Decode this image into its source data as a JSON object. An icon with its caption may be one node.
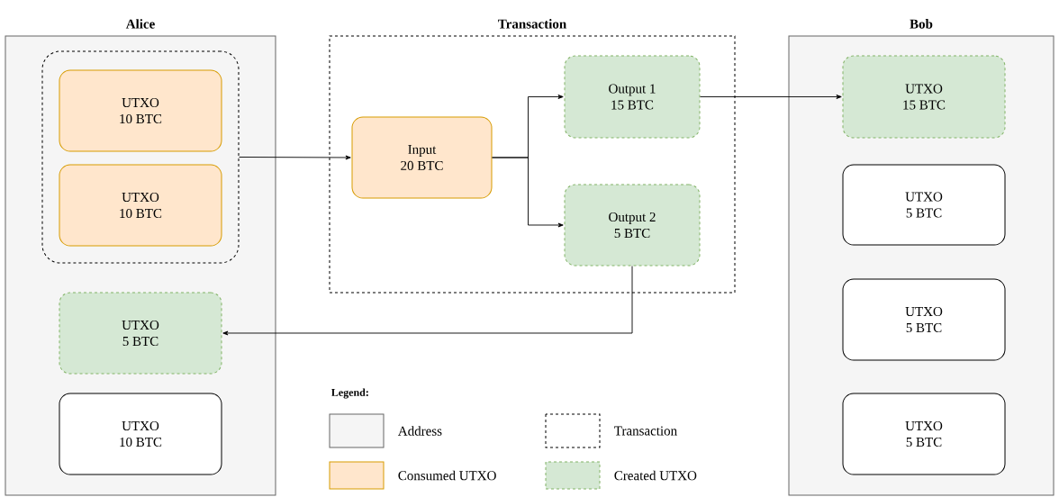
{
  "diagram": {
    "nodes": [
      {
        "text": [
          "Alice"
        ]
      },
      {
        "text": [],
        "shape": "box",
        "in": 0
      },
      {
        "text": [
          "UTXO",
          "10 BTC"
        ],
        "in": 1
      },
      {
        "text": [
          "UTXO",
          "10 BTC"
        ],
        "in": 1
      },
      {
        "text": [
          "UTXO",
          "5 BTC"
        ],
        "in": 0
      },
      {
        "text": [
          "UTXO",
          "10 BTC"
        ],
        "in": 0
      },
      {
        "text": [
          "Transaction"
        ]
      },
      {
        "text": [
          "Input",
          "20 BTC"
        ],
        "in": 6
      },
      {
        "text": [
          "Output 1",
          "15 BTC"
        ],
        "in": 6
      },
      {
        "text": [
          "Output 2",
          "5 BTC"
        ],
        "in": 6
      },
      {
        "text": [
          "Bob"
        ]
      },
      {
        "text": [
          "UTXO",
          "15 BTC"
        ],
        "in": 10
      },
      {
        "text": [
          "UTXO",
          "5 BTC"
        ],
        "in": 10
      },
      {
        "text": [
          "UTXO",
          "5 BTC"
        ],
        "in": 10
      },
      {
        "text": [
          "UTXO",
          "5 BTC"
        ],
        "in": 10
      }
    ],
    "edges": [
      {
        "from": 1,
        "to": 7,
        "arrow": "to"
      },
      {
        "from": 7,
        "to": 8,
        "arrow": "to"
      },
      {
        "from": 7,
        "to": 9,
        "arrow": "to"
      },
      {
        "from": 8,
        "to": 11,
        "arrow": "to"
      },
      {
        "from": 9,
        "to": 4,
        "arrow": "to"
      }
    ],
    "labels": [
      "Legend:"
    ],
    "legend": [
      {
        "text": "Address",
        "color": "#f5f5f5"
      },
      {
        "text": "Transaction"
      },
      {
        "text": "Consumed UTXO",
        "color": "#ffe6cc"
      },
      {
        "text": "Created UTXO",
        "color": "#d5e8d4"
      }
    ]
  }
}
